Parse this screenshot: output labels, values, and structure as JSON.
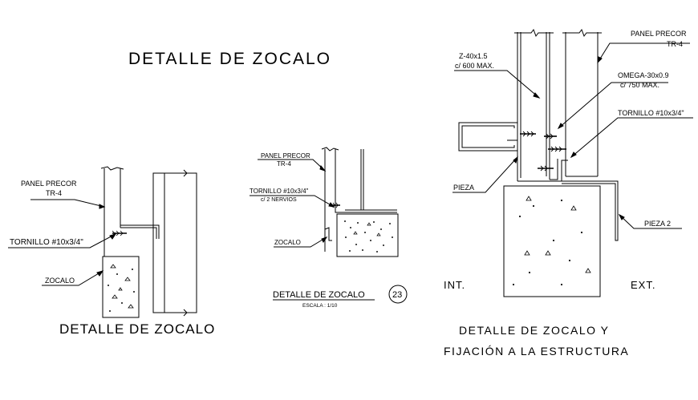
{
  "titles": {
    "main_top": "DETALLE DE ZOCALO",
    "left_bottom": "DETALLE DE ZOCALO",
    "middle": "DETALLE DE ZOCALO",
    "middle_scale": "ESCALA : 1/10",
    "middle_number": "23",
    "right_line1": "DETALLE DE ZOCALO Y",
    "right_line2": "FIJACIÓN A LA ESTRUCTURA"
  },
  "left_detail": {
    "panel_label": "PANEL PRECOR",
    "panel_sub": "TR-4",
    "screw_label": "TORNILLO #10x3/4\"",
    "zocalo_label": "ZOCALO"
  },
  "middle_detail": {
    "panel_label": "PANEL PRECOR",
    "panel_sub": "TR-4",
    "screw_label": "TORNILLO #10x3/4\"",
    "screw_sub": "c/ 2 NERVIOS",
    "zocalo_label": "ZOCALO"
  },
  "right_detail": {
    "z_label": "Z-40x1.5",
    "z_sub": "c/ 600 MAX.",
    "panel_label": "PANEL PRECOR",
    "panel_sub": "TR-4",
    "omega_label": "OMEGA-30x0.9",
    "omega_sub": "c/ 750 MAX.",
    "screw_label": "TORNILLO #10x3/4\"",
    "pieza_label": "PIEZA",
    "pieza2_label": "PIEZA 2",
    "int_label": "INT.",
    "ext_label": "EXT."
  }
}
